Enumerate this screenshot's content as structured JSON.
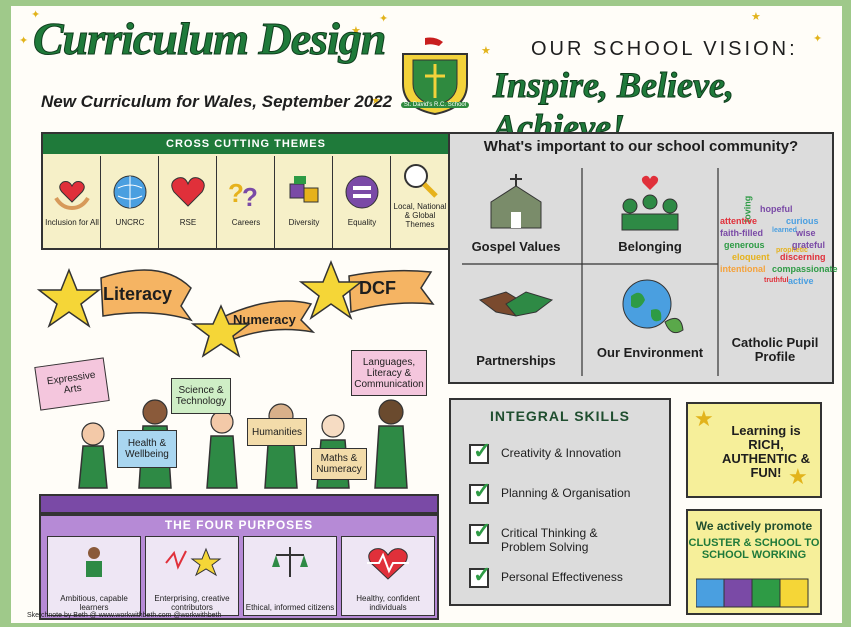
{
  "header": {
    "title": "Curriculum Design",
    "subtitle": "New Curriculum for Wales, September 2022",
    "vision_label": "OUR SCHOOL VISION:",
    "vision": "Inspire, Believe, Achieve!",
    "badge_text": "St. David's R.C. School"
  },
  "cross_cutting": {
    "heading": "CROSS CUTTING THEMES",
    "themes": [
      {
        "label": "Inclusion for All",
        "icon": "heart-hands-icon"
      },
      {
        "label": "UNCRC",
        "icon": "globe-icon"
      },
      {
        "label": "RSE",
        "icon": "heart-icon"
      },
      {
        "label": "Careers",
        "icon": "question-marks-icon"
      },
      {
        "label": "Diversity",
        "icon": "puzzle-hands-icon"
      },
      {
        "label": "Equality",
        "icon": "equals-icon"
      },
      {
        "label": "Local, National & Global Themes",
        "icon": "magnifier-icon"
      }
    ]
  },
  "banners": {
    "literacy": "Literacy",
    "numeracy": "Numeracy",
    "dcf": "DCF"
  },
  "aole": [
    "Expressive Arts",
    "Health & Wellbeing",
    "Science & Technology",
    "Humanities",
    "Maths & Numeracy",
    "Languages, Literacy & Communication"
  ],
  "purposes": {
    "heading": "THE FOUR PURPOSES",
    "items": [
      "Ambitious, capable learners",
      "Enterprising, creative contributors",
      "Ethical, informed citizens",
      "Healthy, confident individuals"
    ]
  },
  "community": {
    "question": "What's important to our school community?",
    "items": [
      {
        "label": "Gospel Values",
        "icon": "church-icon"
      },
      {
        "label": "Belonging",
        "icon": "people-heart-icon"
      },
      {
        "label": "Catholic Pupil Profile",
        "icon": "word-cloud-icon"
      },
      {
        "label": "Partnerships",
        "icon": "handshake-icon"
      },
      {
        "label": "Our Environment",
        "icon": "earth-leaf-icon"
      }
    ],
    "word_cloud": [
      "hopeful",
      "loving",
      "attentive",
      "curious",
      "faith-filled",
      "learned",
      "wise",
      "generous",
      "prophetic",
      "grateful",
      "eloquent",
      "discerning",
      "intentional",
      "compassionate",
      "truthful",
      "active"
    ]
  },
  "skills": {
    "heading": "INTEGRAL SKILLS",
    "items": [
      "Creativity & Innovation",
      "Planning & Organisation",
      "Critical Thinking & Problem Solving",
      "Personal Effectiveness"
    ]
  },
  "learning": {
    "text": "Learning is RICH, AUTHENTIC & FUN!"
  },
  "promote": {
    "line1": "We actively promote",
    "line2": "CLUSTER & SCHOOL TO SCHOOL WORKING"
  },
  "footer": "Sketchnote by Beth @ www.workwithbeth.com @workwithbeth",
  "colors": {
    "green": "#1f7a3a",
    "purple": "#7a4aa6",
    "yellow": "#f6ef9a",
    "grey": "#dcdcdc",
    "pink": "#f4c6dd",
    "orange": "#f5b463"
  }
}
